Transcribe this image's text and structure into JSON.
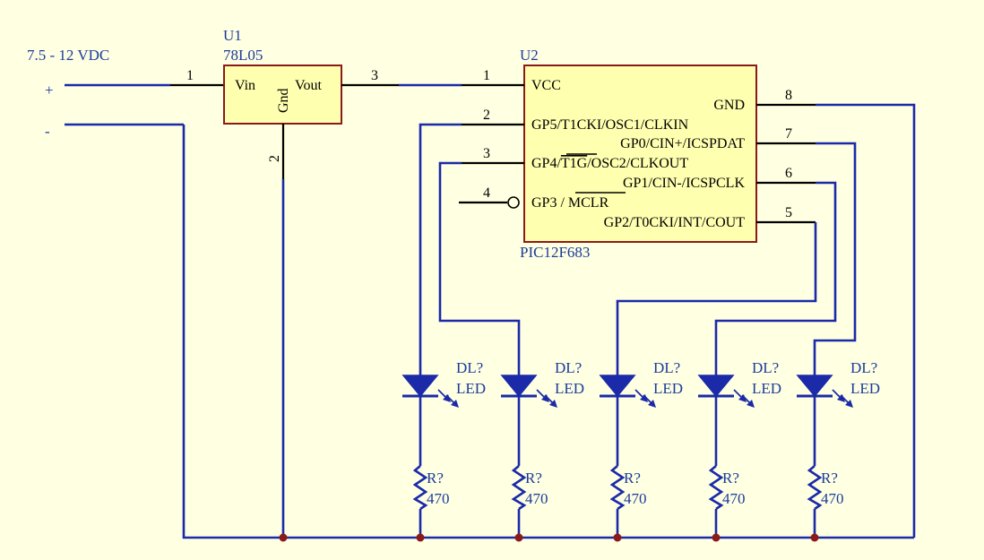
{
  "supply": {
    "voltage_label": "7.5 - 12 VDC",
    "plus": "+",
    "minus": "-"
  },
  "u1": {
    "ref": "U1",
    "part": "78L05",
    "vin": "Vin",
    "vout": "Vout",
    "gnd": "Gnd",
    "pin_in": "1",
    "pin_out": "3",
    "pin_gnd": "2"
  },
  "u2": {
    "ref": "U2",
    "part": "PIC12F683",
    "pins": {
      "p1": {
        "num": "1",
        "name": "VCC"
      },
      "p2": {
        "num": "2",
        "name": "GP5/T1CKI/OSC1/CLKIN"
      },
      "p3": {
        "num": "3",
        "name_pre": "GP4/",
        "name_bar": "T1G",
        "name_post": "/OSC2/CLKOUT"
      },
      "p4": {
        "num": "4",
        "name_pre": "GP3 / ",
        "name_bar": "MCLR"
      },
      "p5": {
        "num": "5",
        "name": "GP2/T0CKI/INT/COUT"
      },
      "p6": {
        "num": "6",
        "name": "GP1/CIN-/ICSPCLK"
      },
      "p7": {
        "num": "7",
        "name": "GP0/CIN+/ICSPDAT"
      },
      "p8": {
        "num": "8",
        "name": "GND"
      }
    }
  },
  "leds": [
    {
      "ref": "DL?",
      "type": "LED"
    },
    {
      "ref": "DL?",
      "type": "LED"
    },
    {
      "ref": "DL?",
      "type": "LED"
    },
    {
      "ref": "DL?",
      "type": "LED"
    },
    {
      "ref": "DL?",
      "type": "LED"
    }
  ],
  "resistors": [
    {
      "ref": "R?",
      "value": "470"
    },
    {
      "ref": "R?",
      "value": "470"
    },
    {
      "ref": "R?",
      "value": "470"
    },
    {
      "ref": "R?",
      "value": "470"
    },
    {
      "ref": "R?",
      "value": "470"
    }
  ],
  "colors": {
    "background": "#FFFFE1",
    "wire": "#1a2aa8",
    "component_fill": "#FFFFB0",
    "ic_outline": "#8B1A1A",
    "junction": "#8B1A1A",
    "label": "#1a3c9e",
    "pin_text": "#000000"
  }
}
